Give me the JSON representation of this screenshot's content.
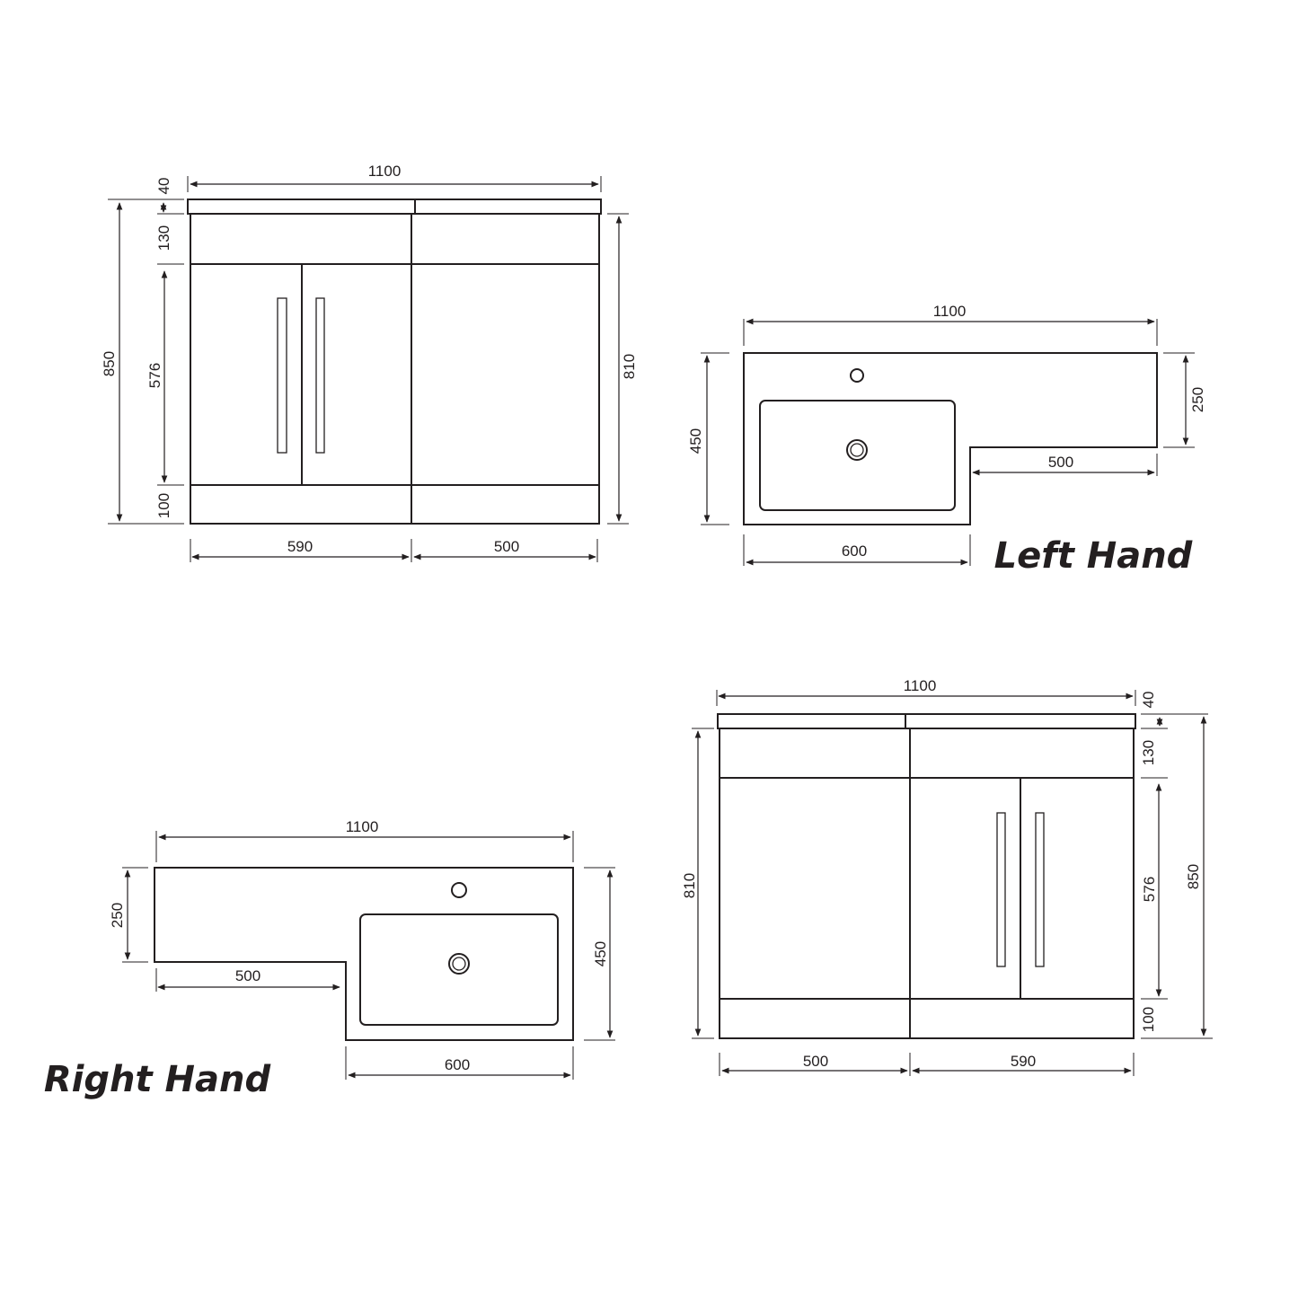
{
  "left_hand_front": {
    "width": "1100",
    "worktop": "40",
    "drawer": "130",
    "door": "576",
    "plinth": "100",
    "total_height": "850",
    "carcass_height": "810",
    "left_width": "590",
    "right_width": "500"
  },
  "left_hand_top": {
    "width": "1100",
    "depth": "450",
    "return_depth": "250",
    "return_width": "500",
    "basin_width": "600",
    "label": "Left Hand"
  },
  "right_hand_top": {
    "width": "1100",
    "depth": "450",
    "return_depth": "250",
    "return_width": "500",
    "basin_width": "600",
    "label": "Right Hand"
  },
  "right_hand_front": {
    "width": "1100",
    "worktop": "40",
    "drawer": "130",
    "door": "576",
    "plinth": "100",
    "total_height": "850",
    "carcass_height": "810",
    "left_width": "500",
    "right_width": "590"
  },
  "colors": {
    "line": "#231f20",
    "background": "#ffffff"
  }
}
